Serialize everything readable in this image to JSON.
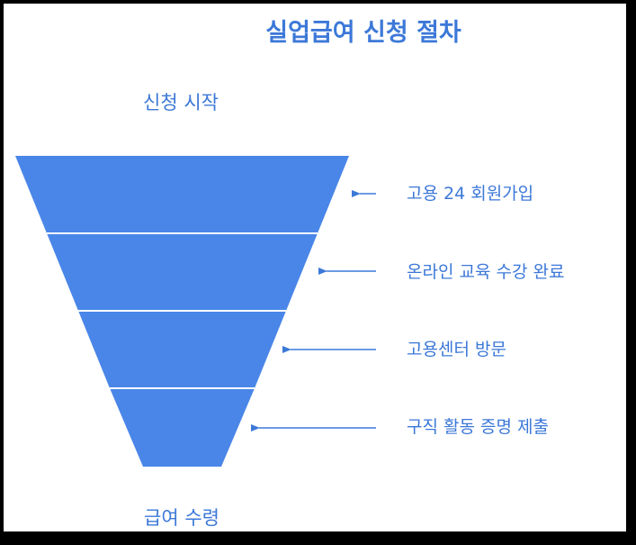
{
  "title": "실업급여 신청 절차",
  "start_label": "신청 시작",
  "end_label": "급여 수령",
  "steps": [
    "고용 24 회원가입",
    "온라인 교육 수강 완료",
    "고용센터 방문",
    "구직 활동 증명 제출"
  ],
  "colors": {
    "funnel": "#4a86e8",
    "text": "#3c78d8",
    "arrow": "#3c78d8",
    "divider": "#ffffff"
  }
}
